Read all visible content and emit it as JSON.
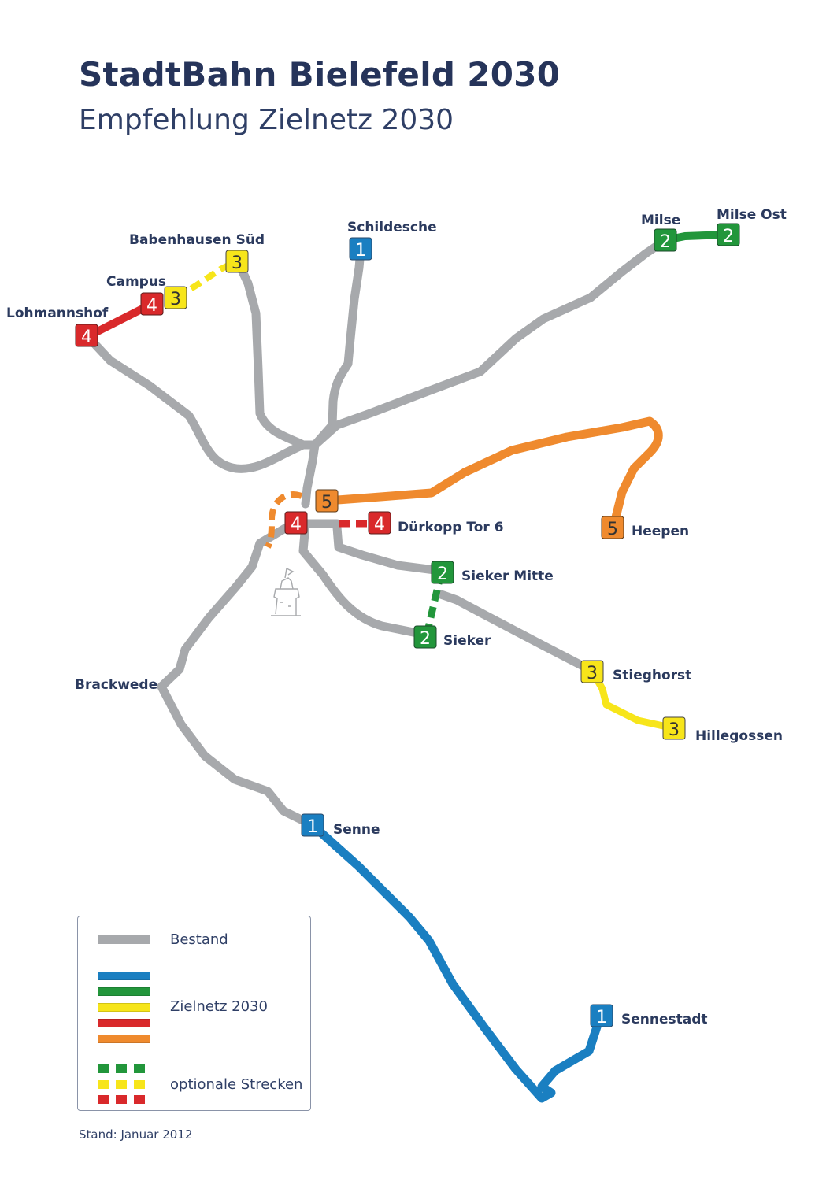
{
  "title": "StadtBahn Bielefeld 2030",
  "subtitle": "Empfehlung Zielnetz 2030",
  "colors": {
    "existing": "#a7a9ac",
    "line1": "#1a7fc1",
    "line2": "#22963b",
    "line3": "#f7e51a",
    "line4": "#d9292b",
    "line5": "#ef8a2e",
    "text": "#2b3a5e"
  },
  "stations": {
    "schildesche": "Schildesche",
    "milse": "Milse",
    "milse_ost": "Milse Ost",
    "babenhausen_sued": "Babenhausen Süd",
    "campus": "Campus",
    "lohmannshof": "Lohmannshof",
    "duerkopp": "Dürkopp Tor 6",
    "heepen": "Heepen",
    "sieker_mitte": "Sieker Mitte",
    "sieker": "Sieker",
    "stieghorst": "Stieghorst",
    "hillegossen": "Hillegossen",
    "brackwede": "Brackwede",
    "senne": "Senne",
    "sennestadt": "Sennestadt"
  },
  "line_numbers": {
    "l1": "1",
    "l2": "2",
    "l3": "3",
    "l4": "4",
    "l5": "5"
  },
  "legend": {
    "existing": "Bestand",
    "target": "Zielnetz 2030",
    "optional": "optionale Strecken"
  },
  "footer": "Stand: Januar 2012",
  "icons": {
    "city_symbol": "sparrenburg-tower-icon"
  }
}
